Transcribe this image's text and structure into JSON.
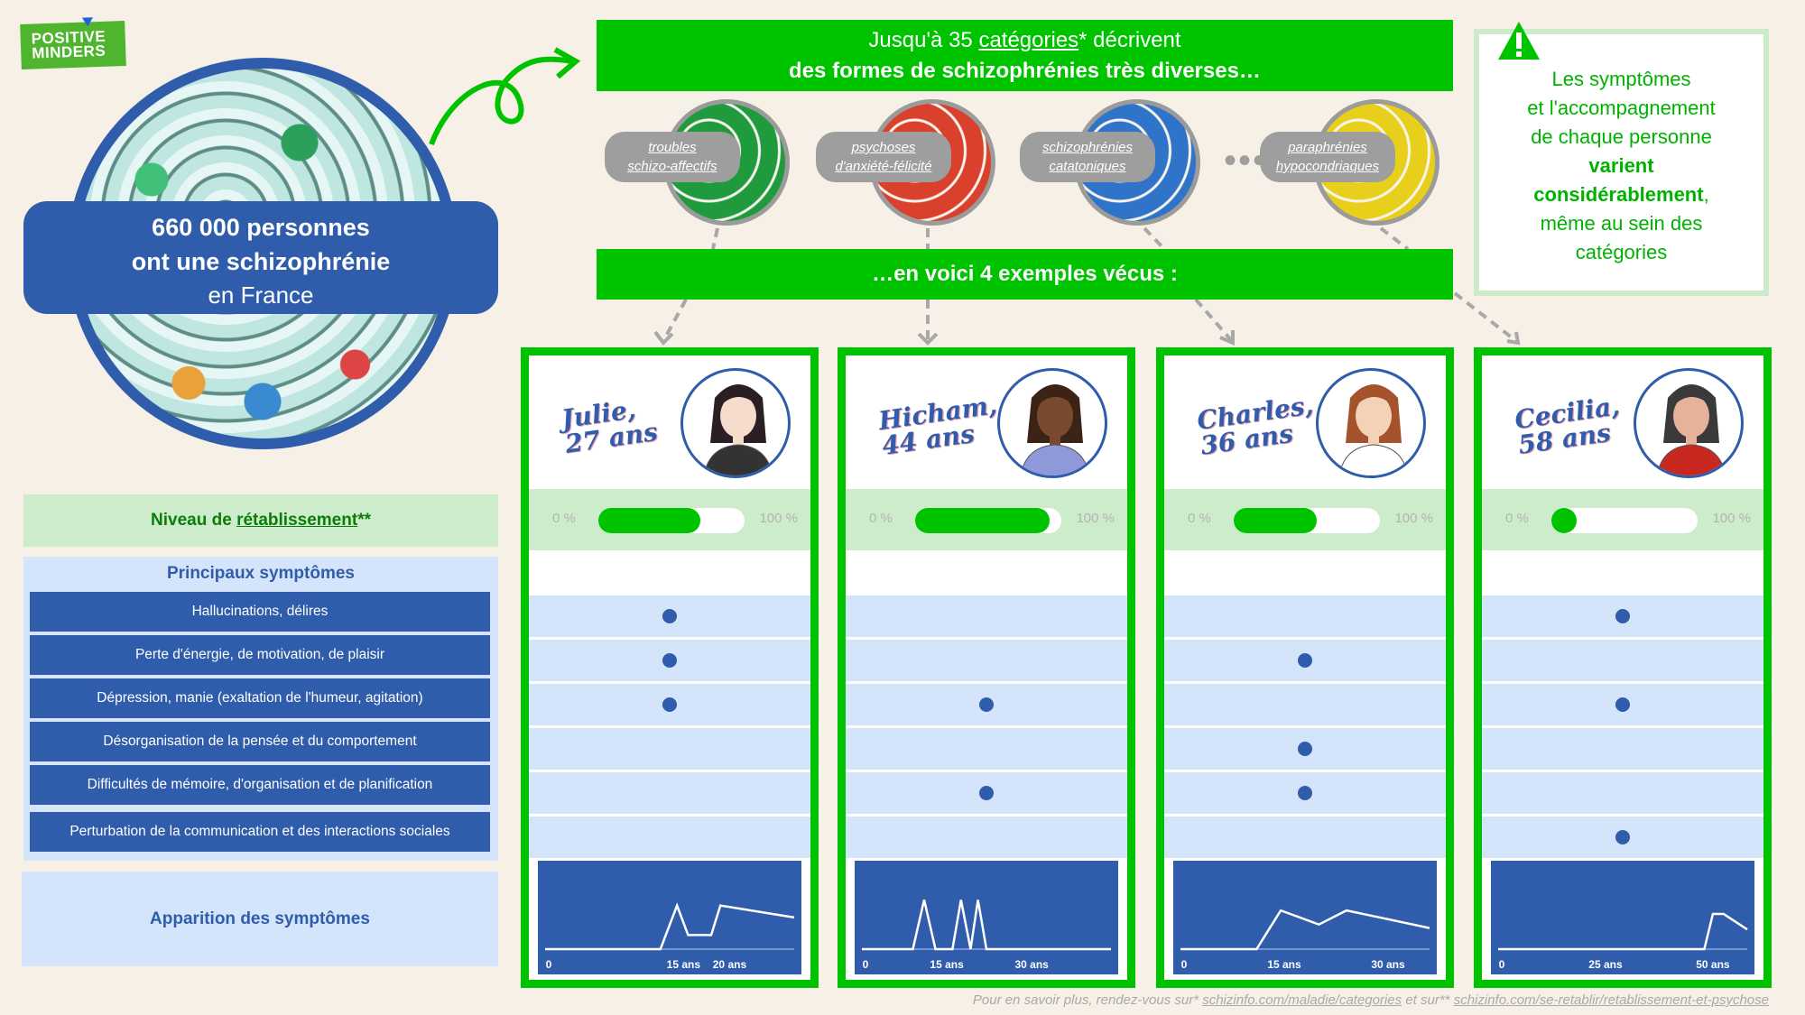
{
  "logo": {
    "line1": "POSITIVE",
    "line2": "MINDERS"
  },
  "banner": {
    "line1": "660 000 personnes",
    "line2": "ont une schizophrénie",
    "line3": "en France"
  },
  "header": {
    "prefix": "Jusqu'à 35 ",
    "link": "catégories",
    "suffix": "* décrivent",
    "line2": "des formes de schizophrénies très diverses…"
  },
  "categories": [
    {
      "label1": "troubles",
      "label2": "schizo-affectifs",
      "color": "#1f9b3e"
    },
    {
      "label1": "psychoses",
      "label2": "d'anxiété-félicité",
      "color": "#d9412c"
    },
    {
      "label1": "schizophrénies",
      "label2": "catatoniques",
      "color": "#2f74c8"
    },
    {
      "label1": "paraphrénies",
      "label2": "hypocondriaques",
      "color": "#e8cf1c"
    }
  ],
  "ellipsis": "•••",
  "subheader": "…en voici 4 exemples vécus :",
  "right_box": {
    "l1": "Les symptômes",
    "l2": "et l'accompagnement",
    "l3": "de chaque personne",
    "l4": "varient",
    "l5": "considérablement",
    "l5b": ",",
    "l6": "même au sein des",
    "l7": "catégories"
  },
  "niveau": {
    "prefix": "Niveau de ",
    "link": "rétablissement",
    "suffix": "**"
  },
  "symptoms": {
    "title": "Principaux symptômes",
    "items": [
      "Hallucinations, délires",
      "Perte d'énergie, de motivation, de plaisir",
      "Dépression, manie (exaltation de l'humeur, agitation)",
      "Désorganisation de la pensée et du comportement",
      "Difficultés de mémoire, d'organisation et de planification",
      "Perturbation de la communication et des interactions sociales"
    ]
  },
  "apparition": "Apparition des symptômes",
  "scale": {
    "min": "0 %",
    "max": "100 %"
  },
  "persons": [
    {
      "name": "Julie,",
      "age": "27 ans",
      "recovery": 0.7,
      "symptoms": [
        1,
        1,
        1,
        0,
        0,
        0
      ],
      "avatar": {
        "hair": "#2a1f22",
        "skin": "#f5dccd",
        "shirt": "#333333"
      },
      "chart": {
        "xmax": 27,
        "ticks": [
          {
            "x": 0,
            "label": "0"
          },
          {
            "x": 15,
            "label": "15 ans"
          },
          {
            "x": 20,
            "label": "20 ans"
          }
        ],
        "points": [
          [
            0,
            0
          ],
          [
            12.5,
            0
          ],
          [
            14.3,
            0.62
          ],
          [
            15.5,
            0.2
          ],
          [
            18,
            0.2
          ],
          [
            19,
            0.62
          ],
          [
            27,
            0.45
          ]
        ]
      }
    },
    {
      "name": "Hicham,",
      "age": "44 ans",
      "recovery": 0.92,
      "symptoms": [
        0,
        0,
        1,
        0,
        1,
        0
      ],
      "avatar": {
        "hair": "#3b2416",
        "skin": "#7a4a2e",
        "shirt": "#8f98d8"
      },
      "chart": {
        "xmax": 44,
        "ticks": [
          {
            "x": 0,
            "label": "0"
          },
          {
            "x": 15,
            "label": "15 ans"
          },
          {
            "x": 30,
            "label": "30 ans"
          }
        ],
        "points": [
          [
            0,
            0
          ],
          [
            9,
            0
          ],
          [
            11,
            0.7
          ],
          [
            13,
            0
          ],
          [
            16,
            0
          ],
          [
            17.5,
            0.7
          ],
          [
            19.2,
            0
          ],
          [
            20.5,
            0.7
          ],
          [
            22,
            0
          ],
          [
            44,
            0
          ]
        ]
      }
    },
    {
      "name": "Charles,",
      "age": "36 ans",
      "recovery": 0.57,
      "symptoms": [
        0,
        1,
        0,
        1,
        1,
        0
      ],
      "avatar": {
        "hair": "#a5532c",
        "skin": "#f3d2b8",
        "shirt": "#ffffff"
      },
      "chart": {
        "xmax": 36,
        "ticks": [
          {
            "x": 0,
            "label": "0"
          },
          {
            "x": 15,
            "label": "15 ans"
          },
          {
            "x": 30,
            "label": "30 ans"
          }
        ],
        "points": [
          [
            0,
            0
          ],
          [
            11,
            0
          ],
          [
            14.5,
            0.55
          ],
          [
            20,
            0.35
          ],
          [
            24,
            0.55
          ],
          [
            36,
            0.3
          ]
        ]
      }
    },
    {
      "name": "Cecilia,",
      "age": "58 ans",
      "recovery": 0.1,
      "symptoms": [
        1,
        0,
        1,
        0,
        0,
        1
      ],
      "avatar": {
        "hair": "#3a3a3a",
        "skin": "#e6b39a",
        "shirt": "#c8281f"
      },
      "chart": {
        "xmax": 58,
        "ticks": [
          {
            "x": 0,
            "label": "0"
          },
          {
            "x": 25,
            "label": "25 ans"
          },
          {
            "x": 50,
            "label": "50 ans"
          }
        ],
        "points": [
          [
            0,
            0
          ],
          [
            48,
            0
          ],
          [
            50,
            0.5
          ],
          [
            52.5,
            0.5
          ],
          [
            58,
            0.28
          ]
        ]
      }
    }
  ],
  "footer": {
    "prefix": "Pour en savoir plus, rendez-vous sur* ",
    "link1": "schizinfo.com/maladie/categories",
    "middle": " et sur** ",
    "link2": "schizinfo.com/se-retablir/retablissement-et-psychose"
  },
  "colors": {
    "green": "#00c300",
    "blue": "#2f5dab",
    "lightgreen": "#cdeccb",
    "lightblue": "#d4e4fb"
  }
}
